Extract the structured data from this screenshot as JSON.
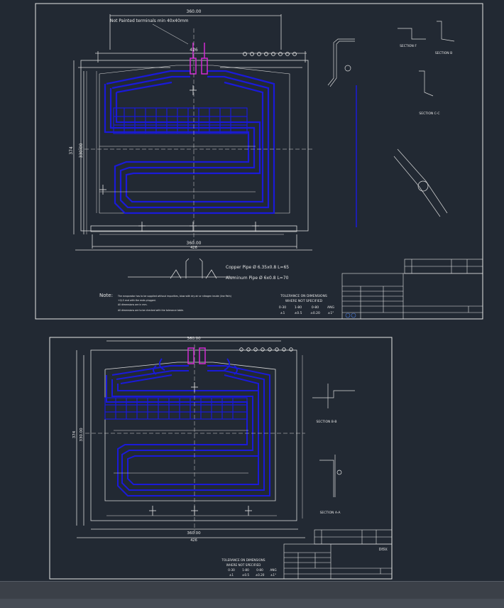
{
  "colors": {
    "background": "#222933",
    "frame": "#e6e6e6",
    "part": "#1a1ad8",
    "terminal": "#d22ad2",
    "dimension": "#d9d9d9"
  },
  "sheet1": {
    "notes": {
      "label": "Note:",
      "line1": "The evaporator has to be supplied without impurities, blow with dry air or nitrogen inside (line Path)",
      "line2": "+0/-5 end with the ends plugged.",
      "line3": "All dimensions are in mm.",
      "line4": "All dimensions are to be checked with the tolerance table."
    },
    "callouts": {
      "terminals": "Not Painted terminals min 40x40mm",
      "copper": "Copper Pipe Ø 6.35x0.8 L=65",
      "aluminum": "Aluminum Pipe Ø 6x0.8 L=70"
    },
    "dims": {
      "width_top": "360.00",
      "width_outer": "426",
      "width_bottom": "360.00",
      "height": "374",
      "height_inner": "330.00",
      "section_f": "SECTION F",
      "section_b": "SECTION B",
      "section_cc": "SECTION C-C"
    },
    "tolerance": {
      "title": "TOLERANCE ON DIMENSIONS",
      "subtitle": "WHERE NOT SPECIFIED",
      "headers": [
        "0-30",
        "1-80",
        "0-80",
        "ANG"
      ],
      "values": [
        "±1",
        "±0.5",
        "±0.20",
        "±1°"
      ]
    }
  },
  "sheet2": {
    "dims": {
      "width_top": "360.00",
      "width_outer": "426",
      "height": "374",
      "height_inner": "330.00",
      "section_bb": "SECTION B-B",
      "section_aa": "SECTION A-A"
    },
    "tolerance": {
      "title": "TOLERANCE ON DIMENSIONS",
      "subtitle": "WHERE NOT SPECIFIED",
      "headers": [
        "0-30",
        "1-80",
        "0-80",
        "ANG"
      ],
      "values": [
        "±1",
        "±0.5",
        "±0.20",
        "±1°"
      ]
    },
    "title_block_mark": "DISV."
  }
}
